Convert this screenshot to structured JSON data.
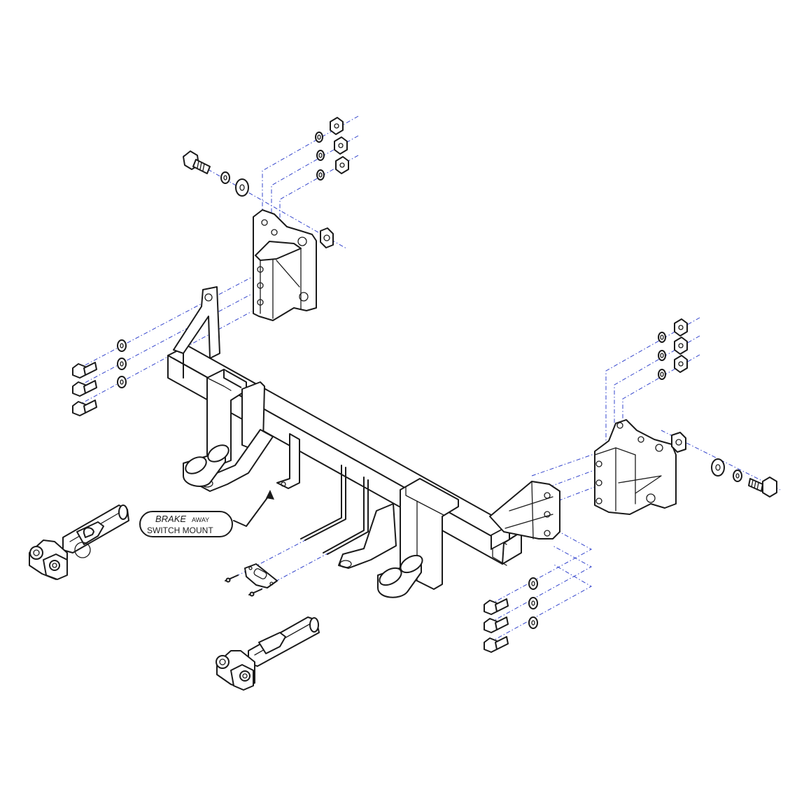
{
  "label": {
    "line1_bold": "BRAKE",
    "line1_small": "AWAY",
    "line2": "SWITCH MOUNT"
  },
  "colors": {
    "line": "#1a1a1a",
    "centerline": "#3344cc",
    "background": "#ffffff"
  }
}
